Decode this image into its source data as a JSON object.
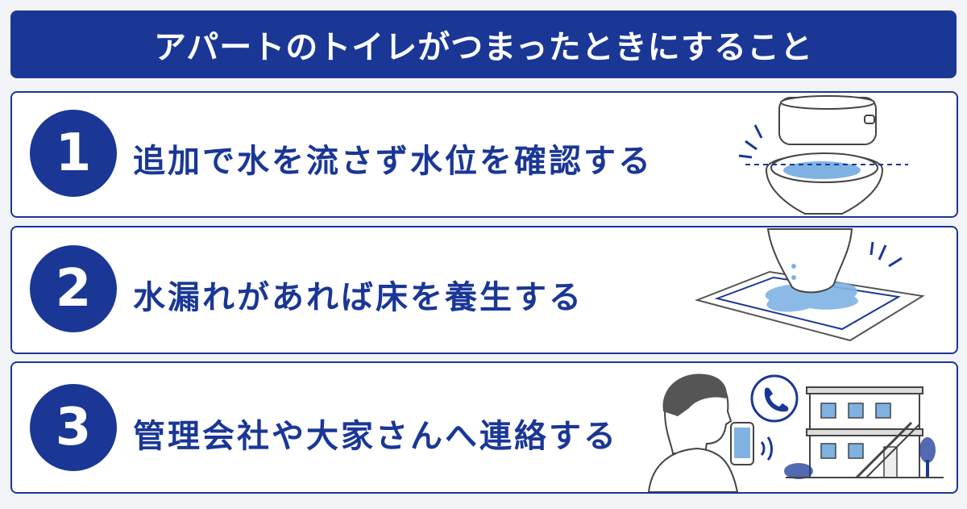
{
  "title": "アパートのトイレがつまったときにすること",
  "steps": [
    {
      "number": "1",
      "text": "追加で水を流さず水位を確認する"
    },
    {
      "number": "2",
      "text": "水漏れがあれば床を養生する"
    },
    {
      "number": "3",
      "text": "管理会社や大家さんへ連絡する"
    }
  ],
  "colors": {
    "accent": "#1a3796",
    "background": "#f2f3f6",
    "water": "#7fb2e3"
  },
  "icons": [
    "toilet-water-level-icon",
    "toilet-floor-protection-icon",
    "person-calling-landlord-icon"
  ]
}
